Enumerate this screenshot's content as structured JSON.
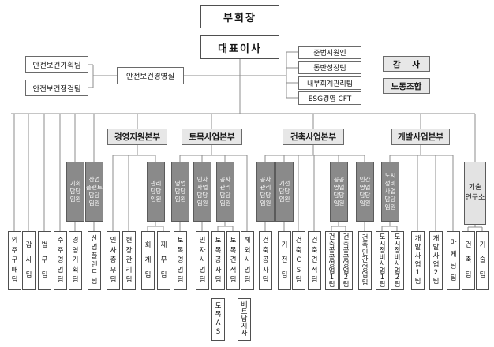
{
  "top": {
    "vice_chairman": "부회장",
    "ceo": "대표이사"
  },
  "safety": {
    "planning_team": "안전보건기획팀",
    "inspection_team": "안전보건점검팀",
    "office": "안전보건경영실"
  },
  "staff": {
    "compliance_officer": "준법지원인",
    "shared_growth_team": "동반성장팀",
    "internal_accounting_team": "내부회계관리팀",
    "esg_cft": "ESG경영 CFT"
  },
  "independent": {
    "audit": "감    사",
    "labor_union": "노동조합"
  },
  "divisions": {
    "mgmt_support": "경영지원본부",
    "civil": "토목사업본부",
    "architecture": "건축사업본부",
    "development": "개발사업본부"
  },
  "executives": {
    "planning": "기획\n담당\n임원",
    "industrial_plant": "산업\n플랜트\n담당\n임원",
    "admin": "관리\n담당\n임원",
    "sales": "영업\n담당\n임원",
    "private_investment": "민자\n사업\n담당\n임원",
    "construction_mgmt_civil": "공사\n관리\n담당\n임원",
    "construction_mgmt_arch": "공사\n관리\n담당\n임원",
    "mech_elec": "기전\n담당\n임원",
    "public_sales": "공공\n영업\n담당\n임원",
    "private_sales": "민간\n영업\n담당\n임원",
    "urban_renewal": "도시\n정비\n사업\n담당\n임원"
  },
  "lab": {
    "name": "기술\n연구소"
  },
  "teams": {
    "outsourcing": "외주구매팀",
    "audit": "감사팀",
    "legal": "법무팀",
    "order_sales": "수주영업팀",
    "mgmt_planning": "경영기획팀",
    "industrial_plant": "산업플랜트팀",
    "hr_general": "인사총무팀",
    "site_mgmt": "현장관리팀",
    "accounting": "회계팀",
    "finance": "재무팀",
    "civil_sales": "토목영업팀",
    "private_investment": "민자사업팀",
    "civil_construction": "토목공사팀",
    "civil_estimate": "토목견적팀",
    "overseas": "해외사업팀",
    "arch_construction": "건축공사팀",
    "mech_elec": "기전팀",
    "arch_cs": "건축CS팀",
    "arch_estimate": "건축견적팀",
    "arch_public_sales1": "건축공공영업1팀",
    "arch_public_sales2": "건축공공영업2팀",
    "arch_private_sales": "건축민간영업팀",
    "urban_renewal1": "도시정비사업1팀",
    "urban_renewal2": "도시정비사업2팀",
    "dev1": "개발사업1팀",
    "dev2": "개발사업2팀",
    "marketing": "마케팅팀",
    "arch_team": "건축팀",
    "tech_team": "기술팀"
  },
  "branches": {
    "civil_as": "토목AS",
    "vietnam": "베트남지사"
  }
}
